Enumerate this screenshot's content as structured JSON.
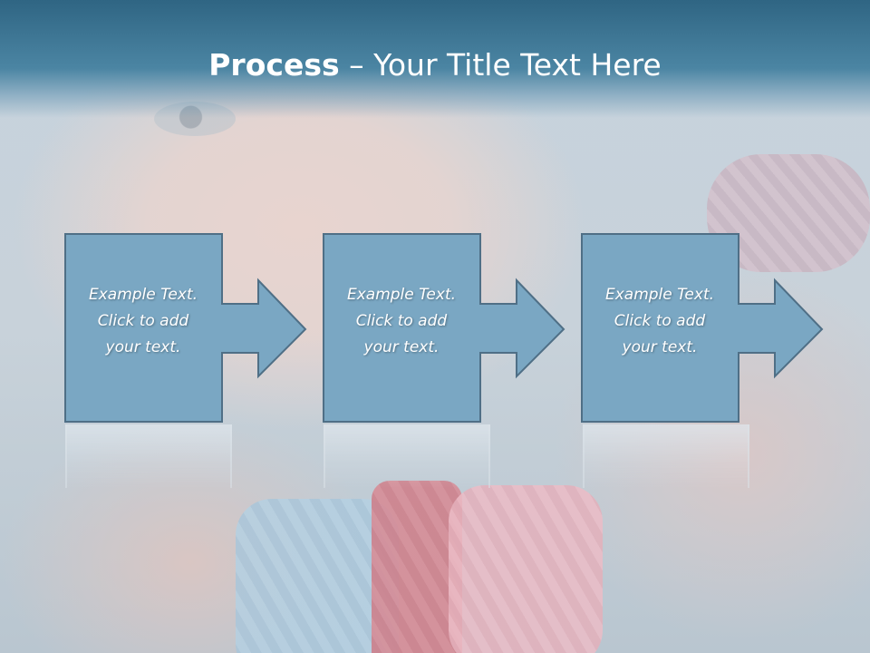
{
  "title": {
    "bold": "Process",
    "rest": " – Your Title Text Here"
  },
  "steps": [
    {
      "line1": "Example Text.",
      "line2": "Click  to add",
      "line3": "your text."
    },
    {
      "line1": "Example Text.",
      "line2": "Click  to add",
      "line3": "your text."
    },
    {
      "line1": "Example Text.",
      "line2": "Click  to add",
      "line3": "your text."
    }
  ],
  "colors": {
    "box_fill": "#7aa7c3",
    "box_stroke": "#4f6f86",
    "header": "#3a7090"
  }
}
